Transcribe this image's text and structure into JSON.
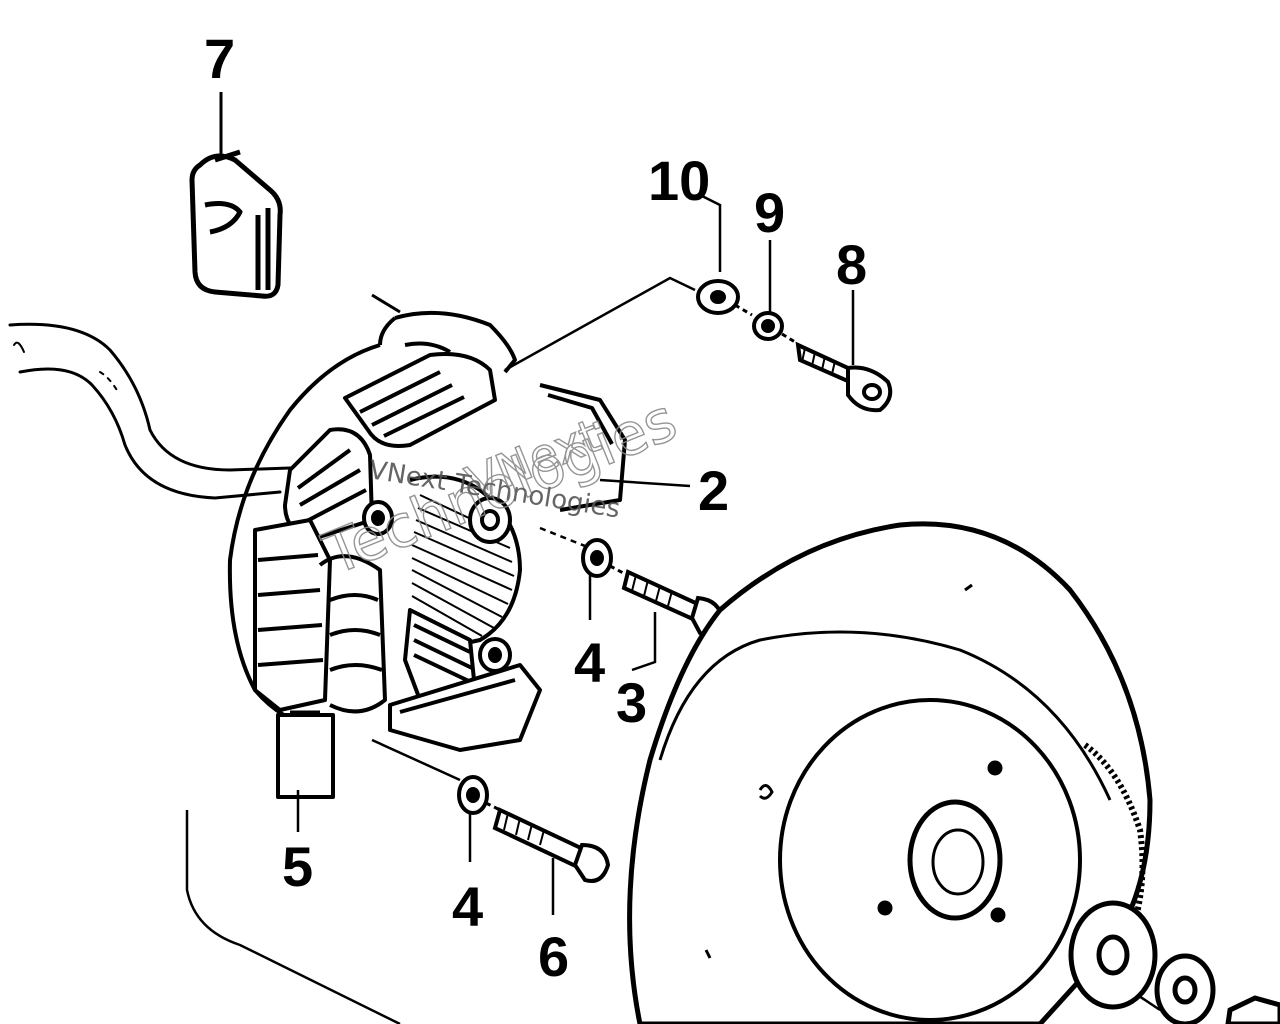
{
  "callouts": {
    "c1": "7",
    "c2": "10",
    "c3": "9",
    "c4": "8",
    "c5": "2",
    "c6": "4",
    "c7": "3",
    "c8": "5",
    "c9": "4",
    "c10": "6"
  },
  "watermark": {
    "line1": "VNext",
    "line2": "Technologies",
    "small": "VNext Technologies"
  },
  "colors": {
    "ink": "#000000",
    "paper": "#ffffff",
    "watermark": "#8a8a8a"
  }
}
